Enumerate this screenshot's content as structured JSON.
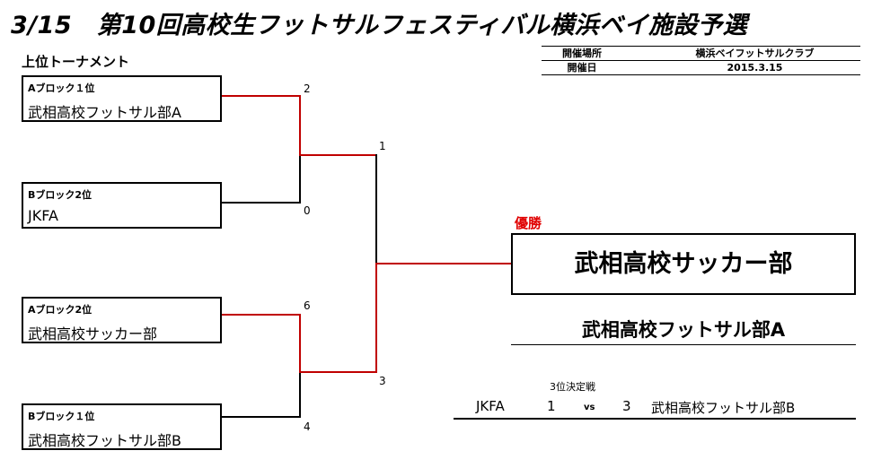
{
  "header": {
    "title": "3/15　第10回高校生フットサルフェスティバル横浜ベイ施設予選",
    "subtitle": "上位トーナメント"
  },
  "info": {
    "venue_label": "開催場所",
    "venue_value": "横浜ベイフットサルクラブ",
    "date_label": "開催日",
    "date_value": "2015.3.15"
  },
  "teams": [
    {
      "block": "Aブロック１位",
      "name": "武相高校フットサル部A"
    },
    {
      "block": "Bブロック2位",
      "name": "JKFA"
    },
    {
      "block": "Aブロック2位",
      "name": "武相高校サッカー部"
    },
    {
      "block": "Bブロック１位",
      "name": "武相高校フットサル部B"
    }
  ],
  "scores": {
    "sf1_top": "2",
    "sf1_bottom": "0",
    "sf2_top": "6",
    "sf2_bottom": "4",
    "final_top": "1",
    "final_bottom": "3"
  },
  "champion": {
    "label": "優勝",
    "name": "武相高校サッカー部"
  },
  "runner_up": {
    "name": "武相高校フットサル部A"
  },
  "third_place": {
    "label": "3位決定戦",
    "team1": "JKFA",
    "score1": "1",
    "vs": "vs",
    "score2": "3",
    "team2": "武相高校フットサル部B"
  },
  "colors": {
    "winner_line": "#c00000",
    "champion_label": "#e00000"
  }
}
